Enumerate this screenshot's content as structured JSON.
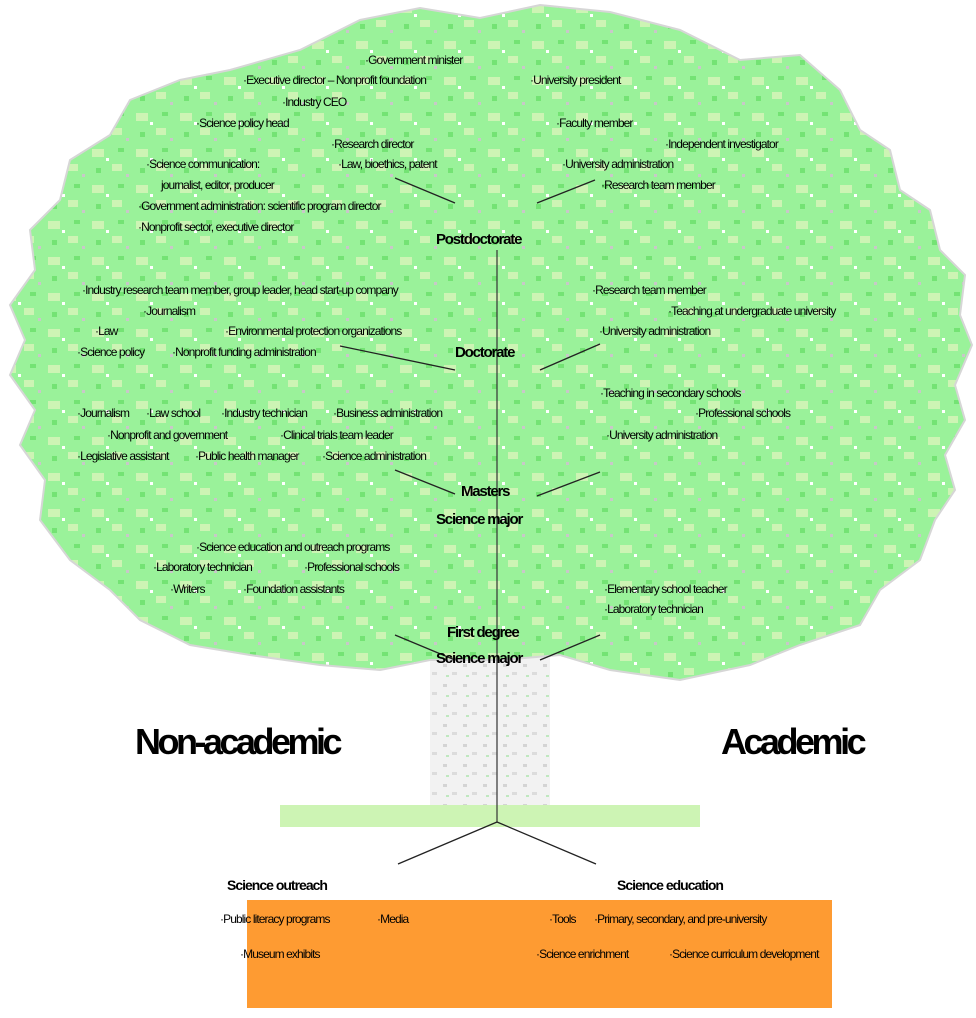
{
  "colors": {
    "foliage": "#9af29a",
    "foliage_light": "#cdf4b4",
    "foliage_dark": "#66d966",
    "trunk": "#ececec",
    "roots_box": "#fe9b32"
  },
  "sides": {
    "left": "Non-academic",
    "right": "Academic"
  },
  "levels": {
    "postdoctorate": "Postdoctorate",
    "doctorate": "Doctorate",
    "masters": "Masters",
    "masters_sub": "Science major",
    "first_degree": "First degree",
    "first_degree_sub": "Science major"
  },
  "postdoc_left": [
    "·Government minister",
    "·Executive director – Nonprofit foundation",
    "·Industry CEO",
    "·Science policy head",
    "·Research director",
    "·Law, bioethics, patent",
    "·Science communication:",
    "journalist, editor, producer",
    "·Government administration: scientific program director",
    "·Nonprofit sector, executive director"
  ],
  "postdoc_right": [
    "·University president",
    "·Faculty member",
    "·Independent investigator",
    "·University administration",
    "·Research team member"
  ],
  "doctorate_left": [
    "·Industry research team member, group leader, head start-up company",
    "·Journalism",
    "·Law",
    "·Environmental protection organizations",
    "·Science policy",
    "·Nonprofit funding administration"
  ],
  "doctorate_right": [
    "·Research team member",
    "·Teaching at undergraduate university",
    "·University administration"
  ],
  "masters_left": [
    "·Journalism",
    "·Law school",
    "·Industry technician",
    "·Business administration",
    "·Nonprofit and government",
    "·Clinical trials team leader",
    "·Legislative assistant",
    "·Public health manager",
    "·Science administration"
  ],
  "masters_right": [
    "·Teaching in secondary schools",
    "·Professional schools",
    "·University administration"
  ],
  "first_left": [
    "·Science education and outreach programs",
    "·Laboratory technician",
    "·Professional schools",
    "·Writers",
    "·Foundation assistants"
  ],
  "first_right": [
    "·Elementary school teacher",
    "·Laboratory technician"
  ],
  "roots": {
    "left_heading": "Science outreach",
    "right_heading": "Science education",
    "left_items": [
      "·Public literacy programs",
      "·Media",
      "·Museum exhibits"
    ],
    "right_items": [
      "·Tools",
      "·Primary, secondary, and pre-university",
      "·Science enrichment",
      "·Science curriculum development"
    ]
  }
}
